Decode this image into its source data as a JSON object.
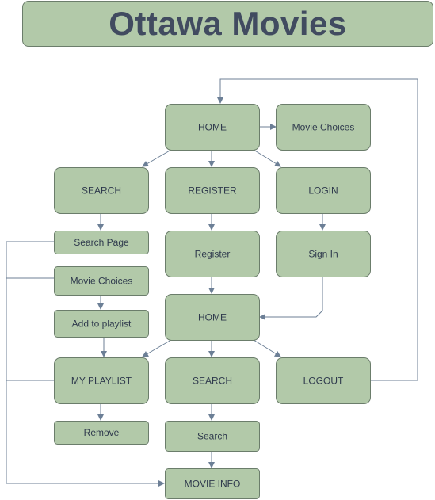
{
  "title": "Ottawa Movies",
  "colors": {
    "node_fill": "#b2c9a9",
    "node_stroke": "#6b7d6b",
    "title_text": "#414b60",
    "edge": "#6c7f96",
    "label_text": "#2f3a4d"
  },
  "nodes": [
    {
      "id": "home1",
      "label": "HOME"
    },
    {
      "id": "movie_choices_top",
      "label": "Movie Choices"
    },
    {
      "id": "search1",
      "label": "SEARCH"
    },
    {
      "id": "register_btn",
      "label": "REGISTER"
    },
    {
      "id": "login_btn",
      "label": "LOGIN"
    },
    {
      "id": "search_page",
      "label": "Search Page"
    },
    {
      "id": "register_page",
      "label": "Register"
    },
    {
      "id": "sign_in",
      "label": "Sign In"
    },
    {
      "id": "movie_choices_left",
      "label": "Movie Choices"
    },
    {
      "id": "home2",
      "label": "HOME"
    },
    {
      "id": "add_to_playlist",
      "label": "Add to playlist"
    },
    {
      "id": "my_playlist",
      "label": "MY PLAYLIST"
    },
    {
      "id": "search2",
      "label": "SEARCH"
    },
    {
      "id": "logout",
      "label": "LOGOUT"
    },
    {
      "id": "remove",
      "label": "Remove"
    },
    {
      "id": "search_box",
      "label": "Search"
    },
    {
      "id": "movie_info",
      "label": "MOVIE INFO"
    }
  ],
  "edges": [
    {
      "from": "home1",
      "to": "movie_choices_top"
    },
    {
      "from": "home1",
      "to": "search1"
    },
    {
      "from": "home1",
      "to": "register_btn"
    },
    {
      "from": "home1",
      "to": "login_btn"
    },
    {
      "from": "search1",
      "to": "search_page"
    },
    {
      "from": "register_btn",
      "to": "register_page"
    },
    {
      "from": "login_btn",
      "to": "sign_in"
    },
    {
      "from": "register_page",
      "to": "home2"
    },
    {
      "from": "sign_in",
      "to": "home2"
    },
    {
      "from": "movie_choices_left",
      "to": "add_to_playlist"
    },
    {
      "from": "add_to_playlist",
      "to": "my_playlist"
    },
    {
      "from": "home2",
      "to": "my_playlist"
    },
    {
      "from": "home2",
      "to": "search2"
    },
    {
      "from": "home2",
      "to": "logout"
    },
    {
      "from": "logout",
      "to": "home1"
    },
    {
      "from": "my_playlist",
      "to": "remove"
    },
    {
      "from": "search2",
      "to": "search_box"
    },
    {
      "from": "search_box",
      "to": "movie_info"
    },
    {
      "from": "search_page",
      "to": "movie_info"
    },
    {
      "from": "movie_choices_left",
      "to": "movie_info"
    },
    {
      "from": "my_playlist",
      "to": "movie_info"
    }
  ]
}
